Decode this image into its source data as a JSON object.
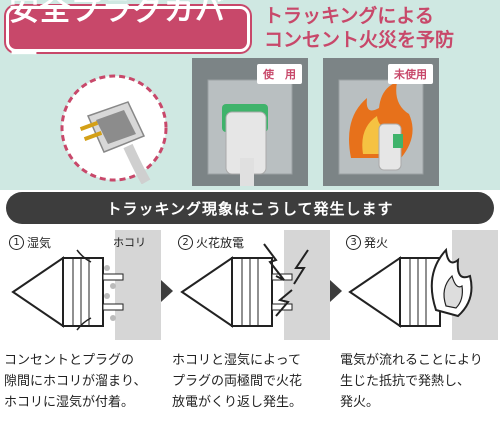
{
  "header": {
    "title": "安全プラグカバー",
    "headline_line1": "トラッキングによる",
    "headline_line2": "コンセント火災を予防"
  },
  "panels": [
    {
      "label": "使　用"
    },
    {
      "label": "未使用"
    }
  ],
  "section_title": "トラッキング現象はこうして発生します",
  "steps": [
    {
      "number": "1",
      "label": "湿気",
      "extra_label": "ホコリ",
      "desc_line1": "コンセントとプラグの",
      "desc_line2": "隙間にホコリが溜まり、",
      "desc_line3": "ホコリに湿気が付着。"
    },
    {
      "number": "2",
      "label": "火花放電",
      "desc_line1": "ホコリと湿気によって",
      "desc_line2": "プラグの両極間で火花",
      "desc_line3": "放電がくり返し発生。"
    },
    {
      "number": "3",
      "label": "発火",
      "desc_line1": "電気が流れることにより",
      "desc_line2": "生じた抵抗で発熱し、",
      "desc_line3": "発火。"
    }
  ],
  "colors": {
    "accent": "#c8486a",
    "header_bg": "#3d3d3d",
    "band_bg": "#cfe8e2",
    "cover_green": "#3fb36b"
  }
}
